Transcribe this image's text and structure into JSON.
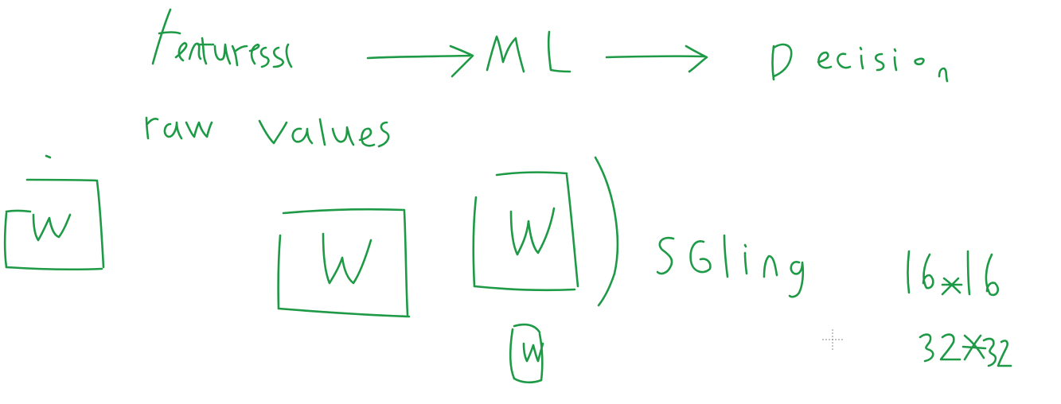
{
  "canvas": {
    "background": "#ffffff",
    "ink_color": "#1e9a46"
  },
  "strokes": {
    "word_features": "features",
    "word_ml": "ML",
    "word_decision": "Decision",
    "word_raw_values": "raw values",
    "word_scaling": "Scaling",
    "size_16": "16*16",
    "size_32": "32*32",
    "glyph_w": "W"
  },
  "icons": {
    "arrow": "arrow-right-icon",
    "cursor": "crosshair-cursor-icon"
  }
}
